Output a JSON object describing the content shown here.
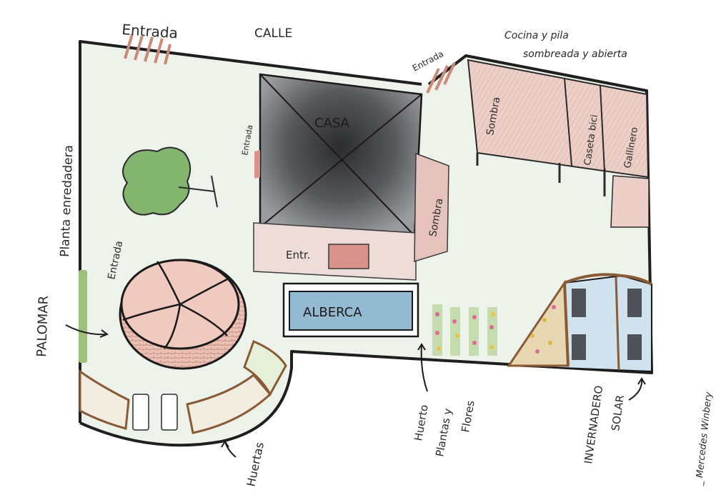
{
  "labels": {
    "entrada_top": "Entrada",
    "calle": "CALLE",
    "entrada_right": "Entrada",
    "cocina": "Cocina y pila",
    "cocina2": "sombreada y abierta",
    "sombra1": "Sombra",
    "caseta_bici": "Caseta bici",
    "gallinero": "Gallinero",
    "casa": "CASA",
    "entrada_casa": "Entrada",
    "sombra2": "Sombra",
    "entr": "Entr.",
    "planta": "Planta enredadera",
    "entrada_palomar": "Entrada",
    "palomar": "PALOMAR",
    "alberca": "ALBERCA",
    "huerto": "Huerto",
    "plantas": "Plantas y",
    "flores": "Flores",
    "invernadero": "INVERNADERO",
    "solar": "SOLAR",
    "huertas": "Huertas",
    "firma": "_ Mercedes Winbery"
  },
  "colors": {
    "ground": "#edf3ea",
    "roof_dark": "#3b3c40",
    "roof_mid": "#7d7f83",
    "shade": "#e8c8c0",
    "pool": "#8fb7cf",
    "tree": "#7fb06a",
    "greenhouse": "#bdd7e8",
    "wood": "#8a5a35",
    "palomar": "#e9b7ae"
  }
}
